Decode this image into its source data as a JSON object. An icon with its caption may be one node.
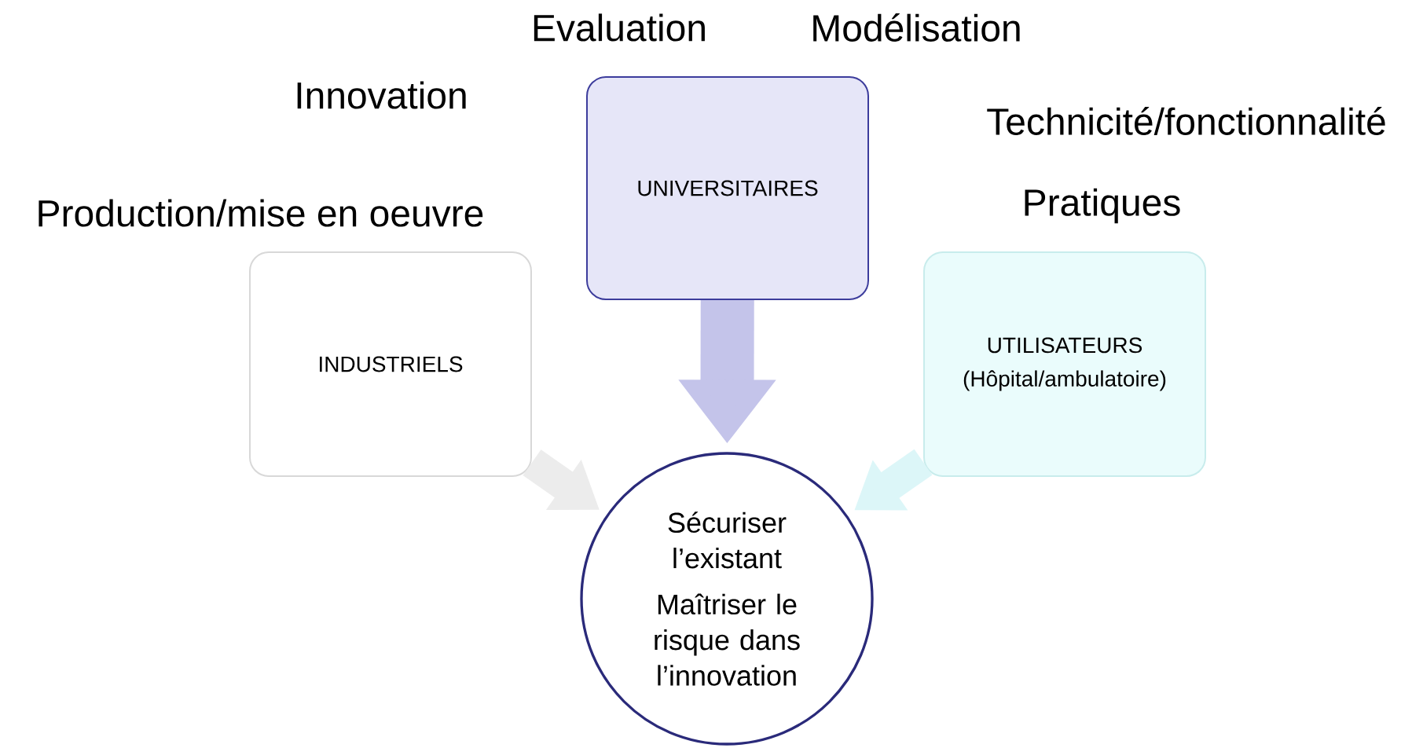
{
  "diagram": {
    "nodes": [
      {
        "text": [
          "UNIVERSITAIRES"
        ]
      },
      {
        "text": [
          "INDUSTRIELS"
        ]
      },
      {
        "text": [
          "UTILISATEURS",
          "(Hôpital/ambulatoire)"
        ]
      },
      {
        "text": [
          "Sécuriser l’existant",
          "Maîtriser le risque dans l’innovation"
        ]
      }
    ],
    "edges": [
      {
        "from": 0,
        "to": 3,
        "arrow": "to",
        "color": "#c4c4ea"
      },
      {
        "from": 1,
        "to": 3,
        "arrow": "to",
        "color": "#ececec"
      },
      {
        "from": 2,
        "to": 3,
        "arrow": "to",
        "color": "#dcf6f8"
      }
    ],
    "labels": [
      "Evaluation",
      "Modélisation",
      "Innovation",
      "Technicité/fonctionnalité",
      "Production/mise en oeuvre",
      "Pratiques"
    ]
  }
}
